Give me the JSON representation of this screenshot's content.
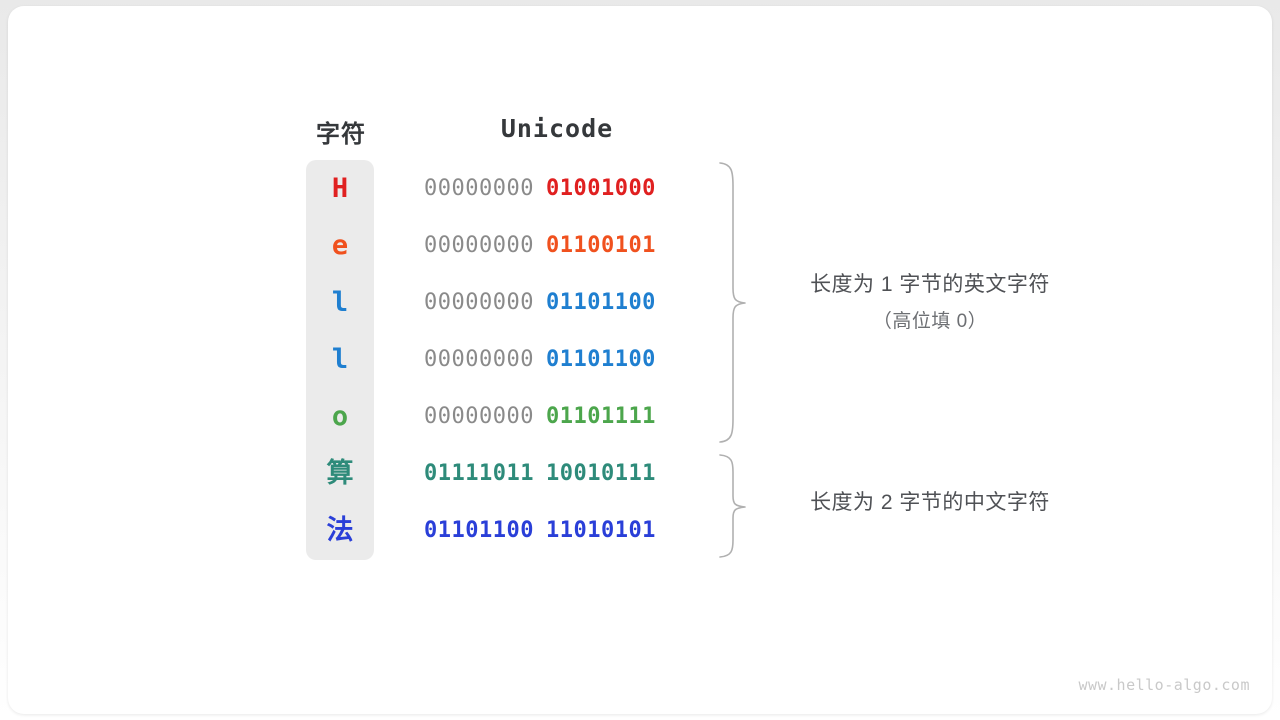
{
  "headers": {
    "character": "字符",
    "unicode": "Unicode"
  },
  "colors": {
    "red": "#e02020",
    "orange": "#f0511e",
    "blue": "#1f7fd0",
    "green": "#4ca64c",
    "teal": "#2e8b7a",
    "royal_blue": "#2a3fd8",
    "gray_bits": "#8a8a8a",
    "column_bg": "#ebebeb",
    "brace": "#b0b0b0",
    "text": "#4f5155",
    "watermark": "#c9c9c9"
  },
  "rows": [
    {
      "char": "H",
      "script": "latin",
      "color": "#e02020",
      "high_byte": "00000000",
      "low_byte": "01001000",
      "high_is_padding": true
    },
    {
      "char": "e",
      "script": "latin",
      "color": "#f0511e",
      "high_byte": "00000000",
      "low_byte": "01100101",
      "high_is_padding": true
    },
    {
      "char": "l",
      "script": "latin",
      "color": "#1f7fd0",
      "high_byte": "00000000",
      "low_byte": "01101100",
      "high_is_padding": true
    },
    {
      "char": "l",
      "script": "latin",
      "color": "#1f7fd0",
      "high_byte": "00000000",
      "low_byte": "01101100",
      "high_is_padding": true
    },
    {
      "char": "o",
      "script": "latin",
      "color": "#4ca64c",
      "high_byte": "00000000",
      "low_byte": "01101111",
      "high_is_padding": true
    },
    {
      "char": "算",
      "script": "cjk",
      "color": "#2e8b7a",
      "high_byte": "01111011",
      "low_byte": "10010111",
      "high_is_padding": false
    },
    {
      "char": "法",
      "script": "cjk",
      "color": "#2a3fd8",
      "high_byte": "01101100",
      "low_byte": "11010101",
      "high_is_padding": false
    }
  ],
  "annotations": {
    "ascii": {
      "line1": "长度为 1 字节的英文字符",
      "line2": "（高位填 0）"
    },
    "cjk": {
      "line1": "长度为 2 字节的中文字符",
      "line2": ""
    }
  },
  "watermark": "www.hello-algo.com"
}
